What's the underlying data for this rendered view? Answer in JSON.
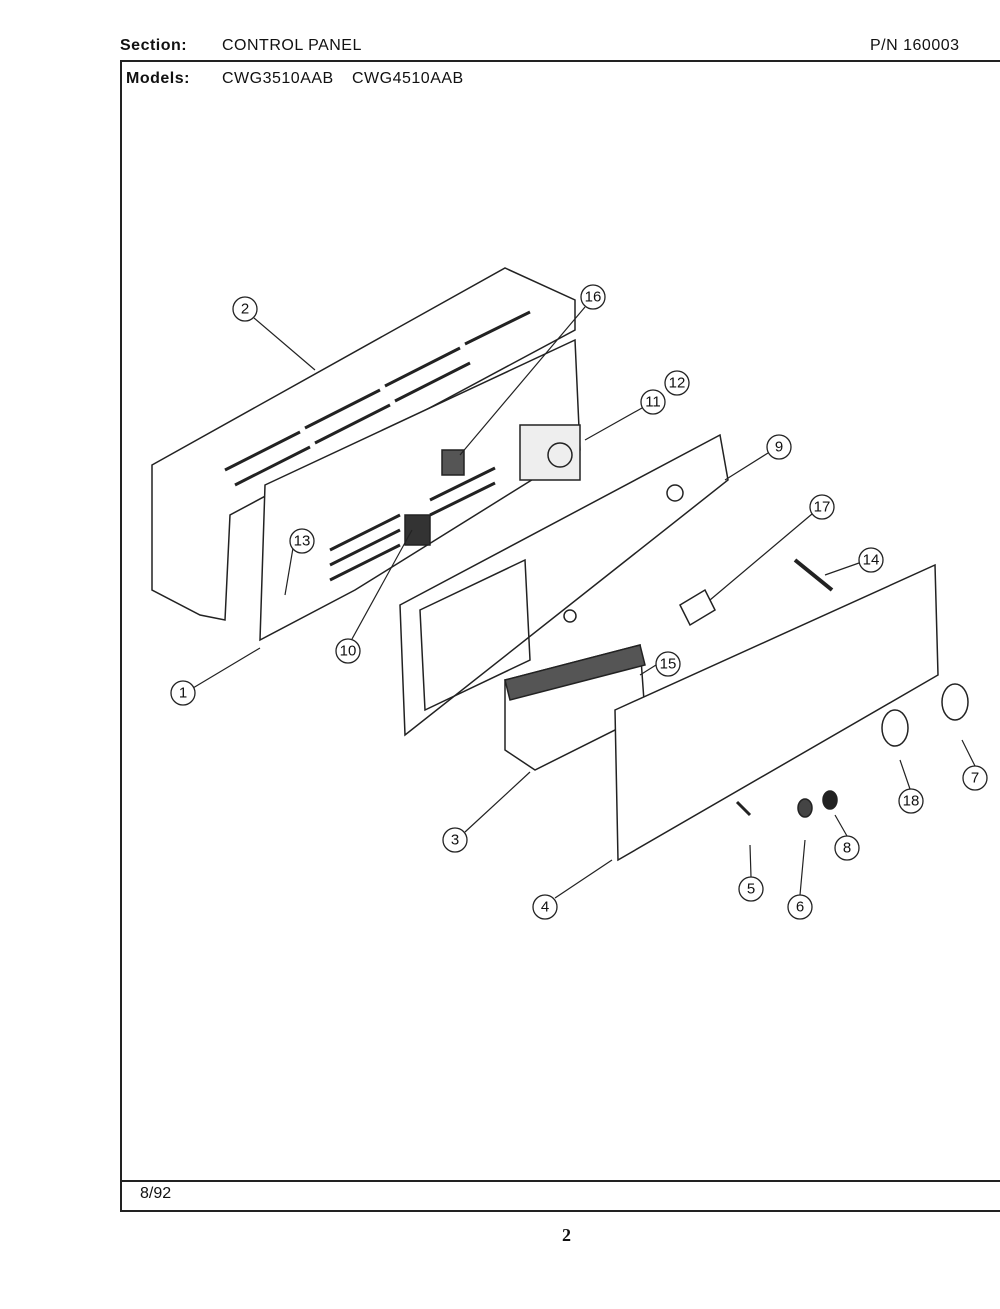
{
  "header": {
    "section_label": "Section:",
    "section_value": "CONTROL PANEL",
    "part_number": "P/N 160003",
    "models_label": "Models:",
    "models": [
      "CWG3510AAB",
      "CWG4510AAB"
    ]
  },
  "footer": {
    "date": "8/92",
    "page": "2"
  },
  "callouts": [
    "1",
    "2",
    "3",
    "4",
    "5",
    "6",
    "7",
    "8",
    "9",
    "10",
    "11",
    "12",
    "13",
    "14",
    "15",
    "16",
    "17",
    "18"
  ]
}
